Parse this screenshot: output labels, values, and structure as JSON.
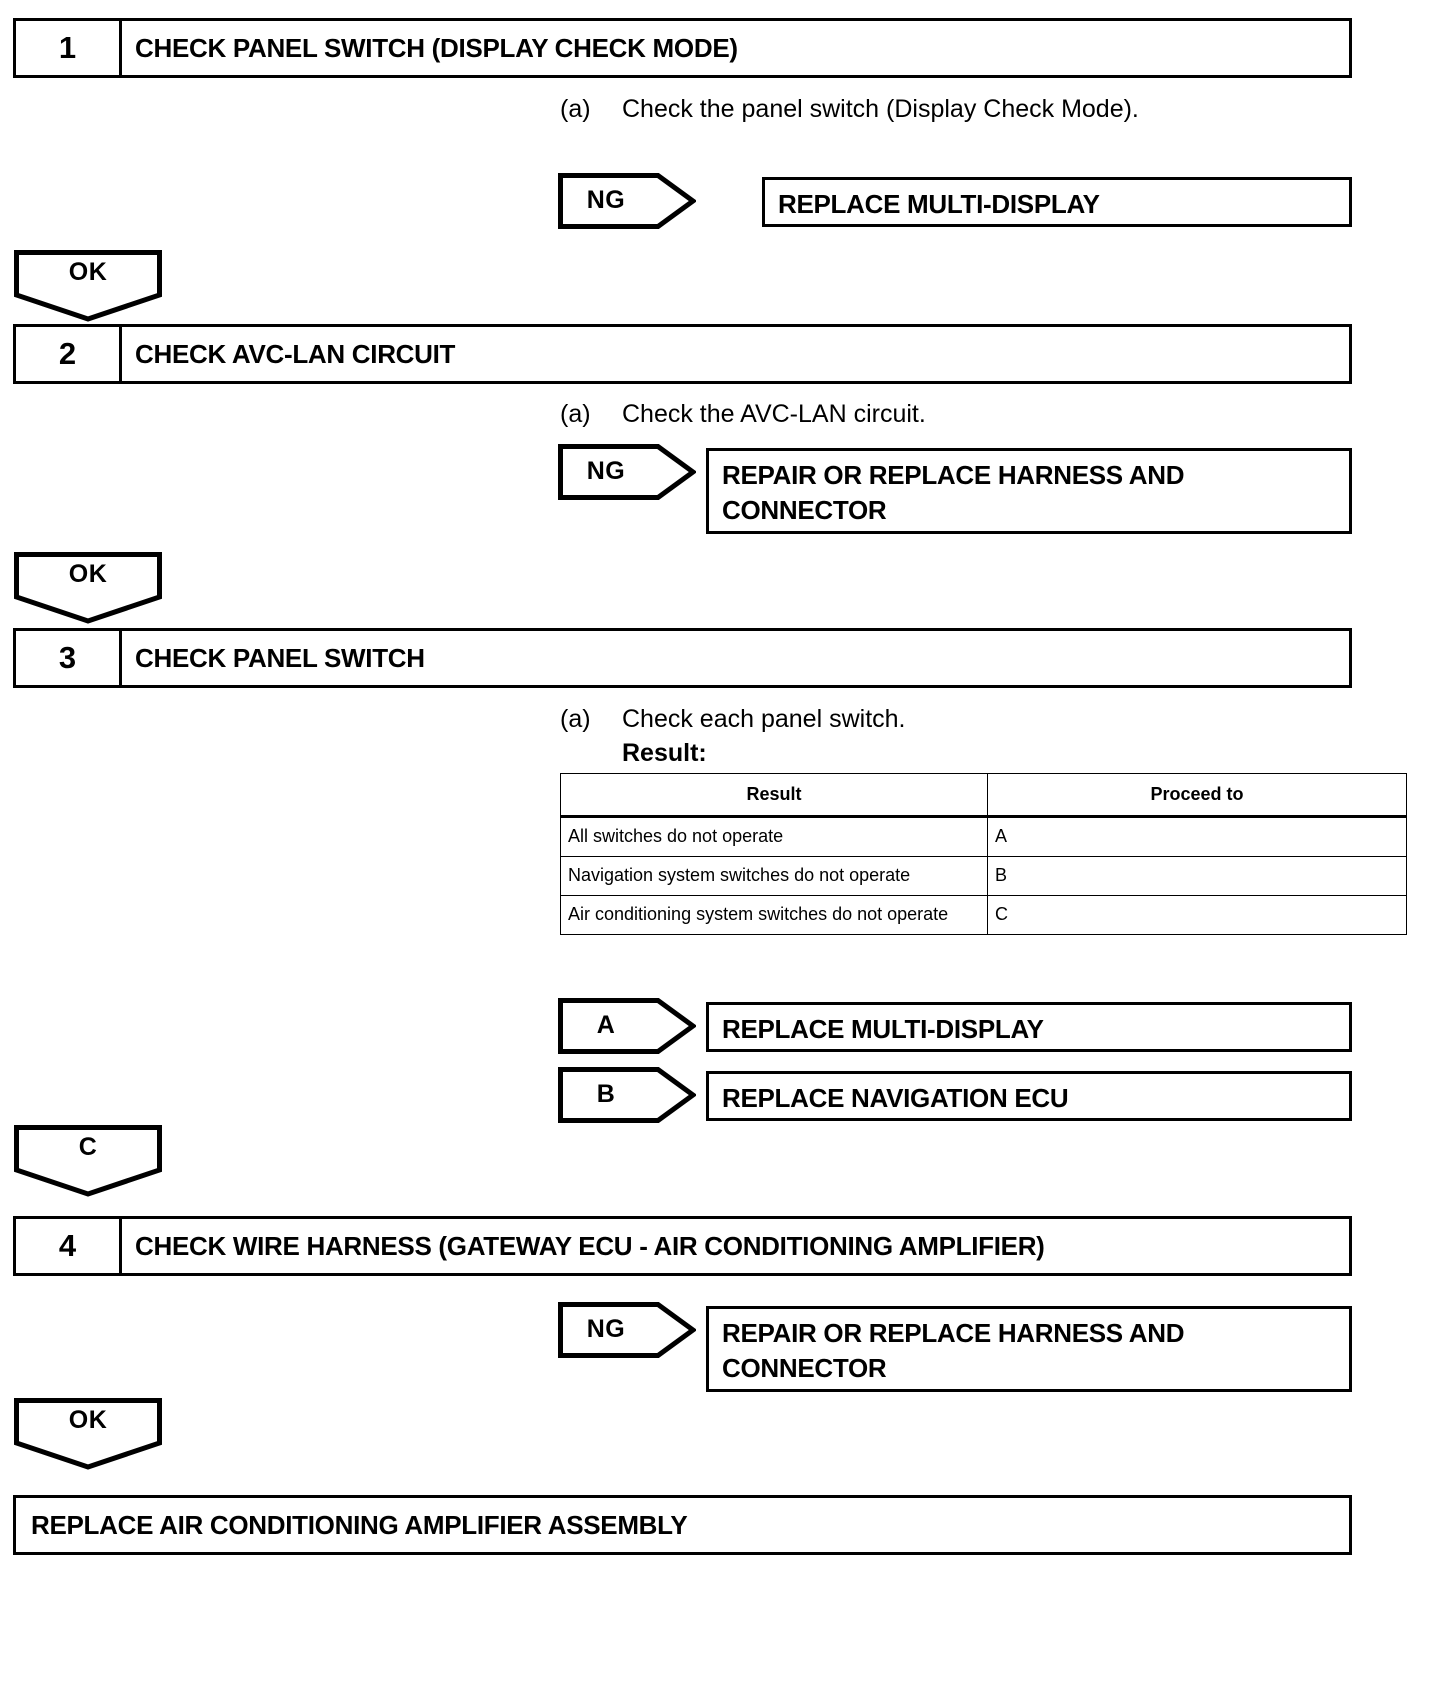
{
  "flow": {
    "steps": [
      {
        "number": "1",
        "title": "CHECK PANEL SWITCH (DISPLAY CHECK MODE)",
        "instruction_label": "(a)",
        "instruction_text": "Check the panel switch (Display Check Mode).",
        "branch_label": "NG",
        "branch_action": "REPLACE MULTI-DISPLAY",
        "pass_label": "OK"
      },
      {
        "number": "2",
        "title": "CHECK AVC-LAN CIRCUIT",
        "instruction_label": "(a)",
        "instruction_text": "Check the AVC-LAN circuit.",
        "branch_label": "NG",
        "branch_action_line1": "REPAIR OR REPLACE HARNESS AND",
        "branch_action_line2": "CONNECTOR",
        "pass_label": "OK"
      },
      {
        "number": "3",
        "title": "CHECK PANEL SWITCH",
        "instruction_label": "(a)",
        "instruction_text": "Check each panel switch.",
        "result_heading": "Result:",
        "branch_a_label": "A",
        "branch_a_action": "REPLACE MULTI-DISPLAY",
        "branch_b_label": "B",
        "branch_b_action": "REPLACE NAVIGATION ECU",
        "pass_label": "C"
      },
      {
        "number": "4",
        "title": "CHECK WIRE HARNESS (GATEWAY ECU - AIR CONDITIONING AMPLIFIER)",
        "branch_label": "NG",
        "branch_action_line1": "REPAIR OR REPLACE HARNESS AND",
        "branch_action_line2": "CONNECTOR",
        "pass_label": "OK"
      }
    ],
    "final_action": "REPLACE AIR CONDITIONING AMPLIFIER ASSEMBLY"
  },
  "result_table": {
    "headers": [
      "Result",
      "Proceed to"
    ],
    "rows": [
      {
        "result": "All switches do not operate",
        "proceed_to": "A"
      },
      {
        "result": "Navigation system switches do not operate",
        "proceed_to": "B"
      },
      {
        "result": "Air conditioning system switches do not operate",
        "proceed_to": "C"
      }
    ]
  },
  "colors": {
    "line": "#000000",
    "background": "#ffffff"
  }
}
